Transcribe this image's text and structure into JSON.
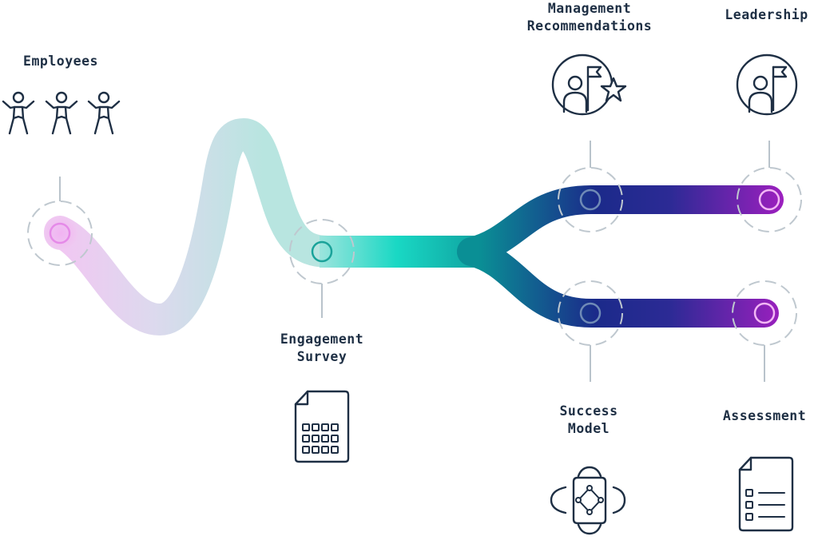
{
  "labels": {
    "employees": "Employees",
    "engagement_line1": "Engagement",
    "engagement_line2": "Survey",
    "management_line1": "Management",
    "management_line2": "Recommendations",
    "leadership": "Leadership",
    "success_line1": "Success",
    "success_line2": "Model",
    "assessment": "Assessment"
  },
  "icons": [
    "person-arms-out-icon",
    "survey-grid-document-icon",
    "leader-flag-star-icon",
    "leader-flag-icon",
    "network-orbit-icon",
    "checklist-document-icon"
  ],
  "colors": {
    "text": "#1e2f44",
    "icon_stroke": "#1e2f44",
    "connector": "#b9c3cb",
    "dashed_ring": "#bfc8cf",
    "pink_start": "#f0b8f0",
    "lavender": "#e6dcef",
    "teal_light": "#b5e4df",
    "aqua": "#18d6c2",
    "teal_dark": "#0a8f95",
    "navy": "#1b2a8a",
    "purple": "#9b1fbb"
  }
}
